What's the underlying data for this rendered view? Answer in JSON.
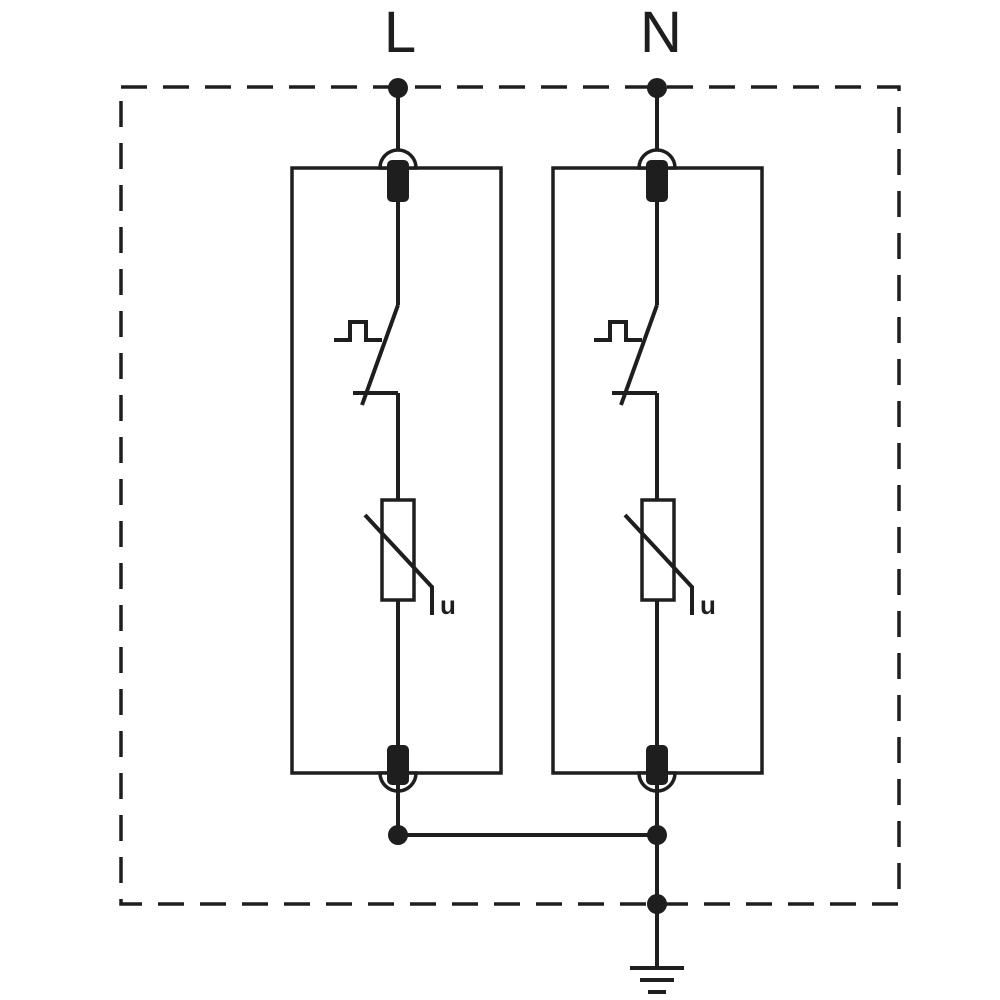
{
  "diagram": {
    "terminals": {
      "left": {
        "label": "L"
      },
      "right": {
        "label": "N"
      }
    },
    "varistor_mark": "u",
    "colors": {
      "line": "#1e1e1e",
      "background": "#ffffff"
    },
    "icons": [
      "thermal-disconnect-switch-icon",
      "varistor-icon",
      "ground-icon",
      "terminal-icon"
    ]
  }
}
